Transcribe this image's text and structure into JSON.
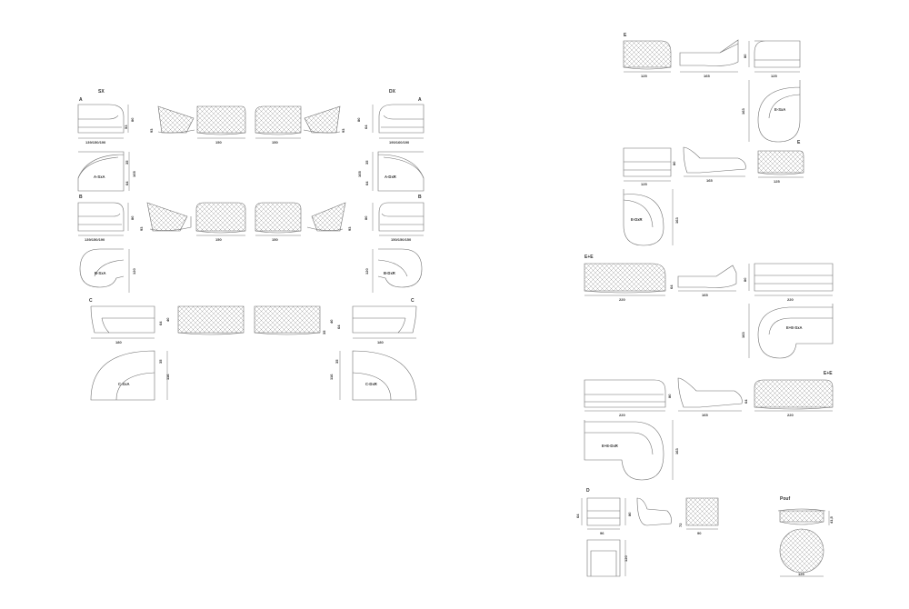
{
  "sections": {
    "A": "A",
    "B": "B",
    "C": "C",
    "D": "D",
    "E": "E",
    "EE": "E+E",
    "pouf": "Pouf",
    "sx": "SX",
    "dx": "DX"
  },
  "modules": {
    "a_sx": "A-SxA",
    "a_dx": "A-DxR",
    "b_sx": "B-SxA",
    "b_dx": "B-DxR",
    "c_sx": "C-SxA",
    "c_dx": "C-DxR",
    "e_sx": "E-SxA",
    "e_dx": "E-DxR",
    "ee_sx": "E+E-SxA",
    "ee_dx": "E+E-DxR"
  },
  "dims": {
    "d80": "80",
    "d93": "93",
    "d64": "64",
    "d53": "53",
    "d35": "35",
    "d105": "105",
    "d150": "150",
    "d125": "125",
    "d165": "165",
    "d163": "163",
    "d220": "220",
    "d180": "180",
    "d120": "120",
    "d116": "116",
    "d96": "96",
    "d40": "40",
    "d72": "72",
    "d90": "90",
    "d45": "41,5",
    "a_width": "139/150/190",
    "a_width_r": "190/160/190",
    "b_width": "150/150/150"
  }
}
